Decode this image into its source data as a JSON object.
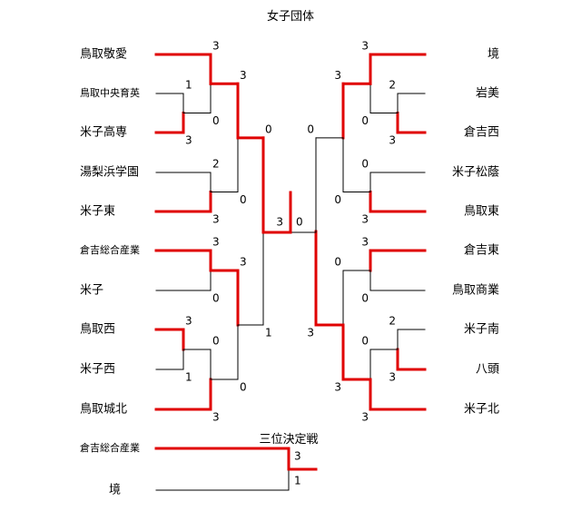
{
  "title": "女子団体",
  "third_place_title": "三位決定戦",
  "colors": {
    "winner": "#e00000",
    "loser": "#000000",
    "background": "#ffffff"
  },
  "left_teams": [
    "鳥取敬愛",
    "鳥取中央育英",
    "米子高専",
    "湯梨浜学園",
    "米子東",
    "倉吉総合産業",
    "米子",
    "鳥取西",
    "米子西",
    "鳥取城北"
  ],
  "right_teams": [
    "境",
    "岩美",
    "倉吉西",
    "米子松蔭",
    "鳥取東",
    "倉吉東",
    "鳥取商業",
    "米子南",
    "八頭",
    "米子北"
  ],
  "left_matches": [
    {
      "id": "L1",
      "score_a": "1",
      "score_b": "3"
    },
    {
      "id": "L2",
      "score_a": "3",
      "score_b": "0"
    },
    {
      "id": "L3",
      "score_a": "2",
      "score_b": "3"
    },
    {
      "id": "L4",
      "score_a": "3",
      "score_b": "0"
    },
    {
      "id": "L5",
      "score_a": "3",
      "score_b": "1"
    },
    {
      "id": "L6",
      "score_a": "0",
      "score_b": "3"
    },
    {
      "id": "L7",
      "score_a": "3",
      "score_b": "0"
    },
    {
      "id": "L8",
      "score_a": "3",
      "score_b": "0"
    },
    {
      "id": "L9",
      "score_a": "0",
      "score_b": "1"
    }
  ],
  "right_matches": [
    {
      "id": "R1",
      "score_a": "2",
      "score_b": "3"
    },
    {
      "id": "R2",
      "score_a": "3",
      "score_b": "0"
    },
    {
      "id": "R3",
      "score_a": "0",
      "score_b": "3"
    },
    {
      "id": "R4",
      "score_a": "3",
      "score_b": "0"
    },
    {
      "id": "R5",
      "score_a": "2",
      "score_b": "3"
    },
    {
      "id": "R6",
      "score_a": "0",
      "score_b": "3"
    },
    {
      "id": "R7",
      "score_a": "3",
      "score_b": "0"
    },
    {
      "id": "R8",
      "score_a": "0",
      "score_b": "3"
    },
    {
      "id": "R9",
      "score_a": "0",
      "score_b": "3"
    }
  ],
  "final": {
    "score_left": "3",
    "score_right": "0"
  },
  "third_place": {
    "team_a": "倉吉総合産業",
    "team_b": "境",
    "score_a": "3",
    "score_b": "1"
  }
}
